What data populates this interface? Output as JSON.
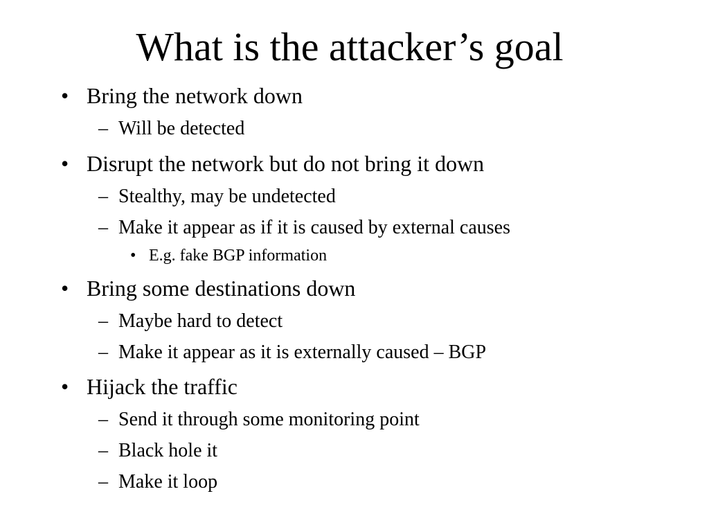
{
  "slide": {
    "title": "What is the attacker’s goal",
    "bullet_marker": "•",
    "dash_marker": "–",
    "items": [
      {
        "text": "Bring the network down"
      },
      {
        "text": "Will be detected"
      },
      {
        "text": "Disrupt the network but do not bring it down"
      },
      {
        "text": "Stealthy, may be undetected"
      },
      {
        "text": "Make it appear as if it is caused by external causes"
      },
      {
        "text": "E.g. fake BGP information"
      },
      {
        "text": "Bring some destinations down"
      },
      {
        "text": "Maybe hard to detect"
      },
      {
        "text": "Make it appear as it is externally caused – BGP"
      },
      {
        "text": "Hijack the traffic"
      },
      {
        "text": "Send it through some monitoring point"
      },
      {
        "text": "Black hole it"
      },
      {
        "text": "Make it loop"
      }
    ]
  }
}
